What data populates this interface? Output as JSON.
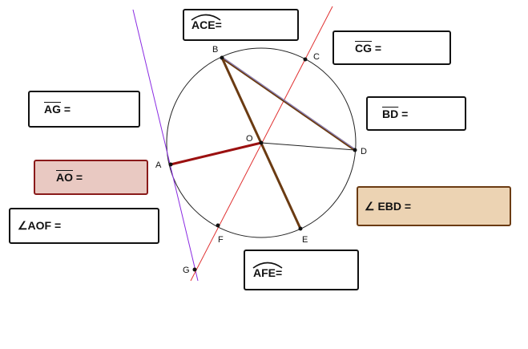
{
  "points": {
    "A": "A",
    "B": "B",
    "C": "C",
    "D": "D",
    "E": "E",
    "F": "F",
    "G": "G",
    "O": "O"
  },
  "boxes": {
    "ace": {
      "name": "ACE",
      "eq": "="
    },
    "cg": {
      "name": "CG",
      "eq": "="
    },
    "ag": {
      "name": "AG",
      "eq": "="
    },
    "bd": {
      "name": "BD",
      "eq": "="
    },
    "ao": {
      "name": "AO",
      "eq": "="
    },
    "ebd": {
      "text": "∠ EBD ="
    },
    "aof": {
      "text": "∠AOF ="
    },
    "afe": {
      "name": "AFE",
      "eq": "="
    }
  },
  "colors": {
    "circle": "#222222",
    "chord_brown": "#6b3b12",
    "radius_ao": "#9b1010",
    "secant_red": "#e03030",
    "tangent_purple": "#8a2be2",
    "ao_fill": "#e9c9c2",
    "ebd_fill": "#ecd3b3"
  }
}
